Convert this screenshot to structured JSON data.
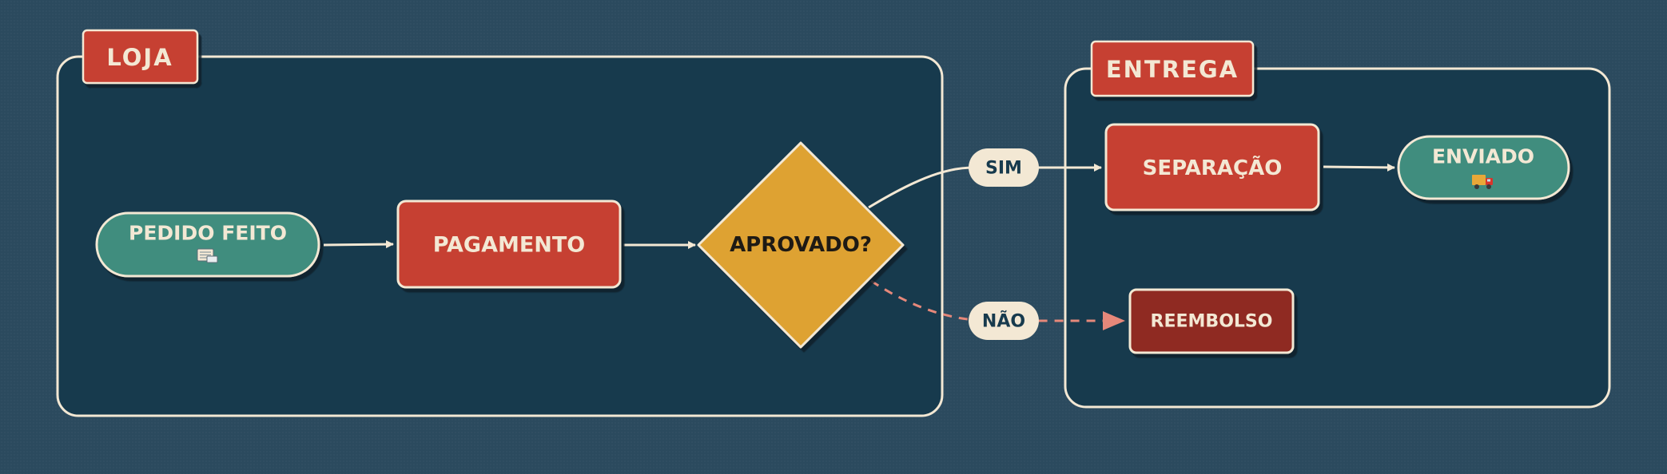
{
  "groups": {
    "loja": {
      "title": "LOJA"
    },
    "entrega": {
      "title": "ENTREGA"
    }
  },
  "nodes": {
    "pedido_feito": {
      "label": "PEDIDO FEITO",
      "icon": "receipt-icon"
    },
    "pagamento": {
      "label": "PAGAMENTO"
    },
    "aprovado": {
      "label": "APROVADO?"
    },
    "separacao": {
      "label": "SEPARAÇÃO"
    },
    "enviado": {
      "label": "ENVIADO",
      "icon": "delivery-truck-icon"
    },
    "reembolso": {
      "label": "REEMBOLSO"
    }
  },
  "edges": {
    "sim": {
      "label": "SIM"
    },
    "nao": {
      "label": "NÃO"
    }
  },
  "colors": {
    "background": "#2b4a5e",
    "group_fill": "#173a4d",
    "stroke": "#f3e8d4",
    "red": "#c64130",
    "dark_red": "#8f2a22",
    "teal": "#3f8d7e",
    "gold": "#dea232",
    "dashed_arrow": "#e6887a"
  }
}
